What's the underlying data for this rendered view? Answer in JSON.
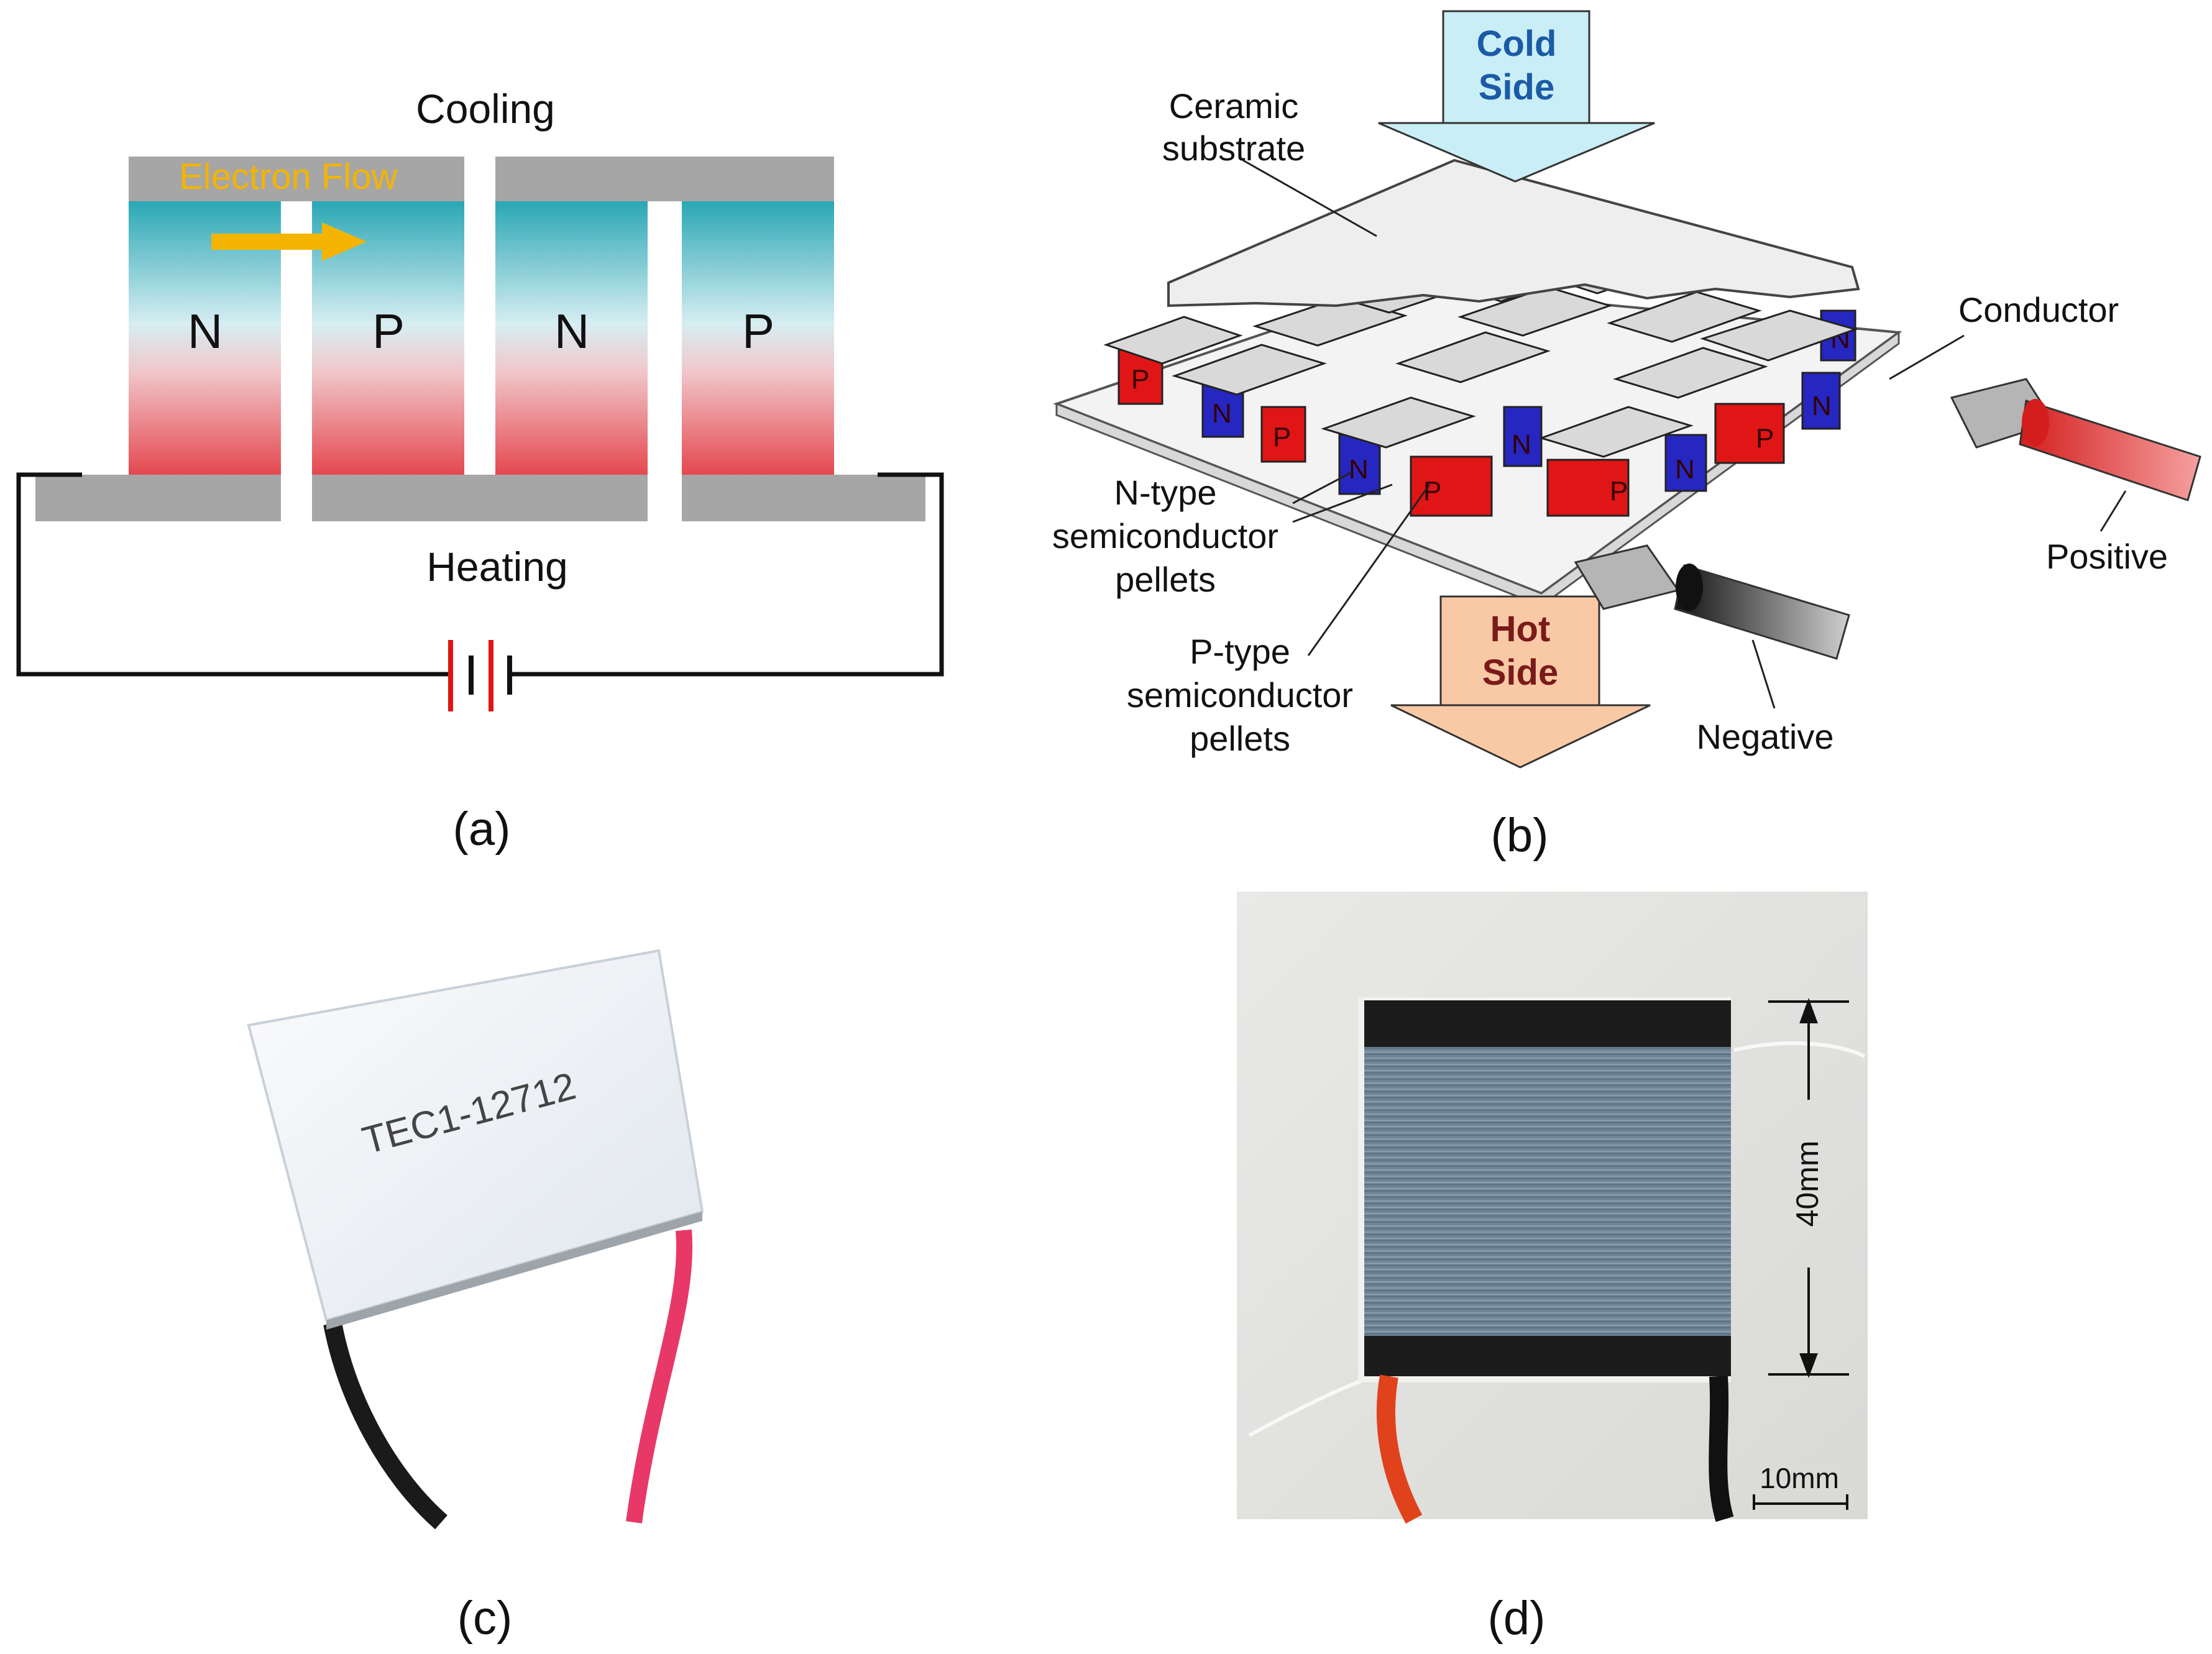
{
  "panel_a": {
    "top_label": "Cooling",
    "bottom_label": "Heating",
    "flow_label": "Electron Flow",
    "legs": [
      "N",
      "P",
      "N",
      "P"
    ],
    "caption": "(a)"
  },
  "panel_b": {
    "cold_side": [
      "Cold",
      "Side"
    ],
    "hot_side": [
      "Hot",
      "Side"
    ],
    "ceramic": [
      "Ceramic",
      "substrate"
    ],
    "conductor": "Conductor",
    "positive": "Positive",
    "negative": "Negative",
    "n_type": [
      "N-type",
      "semiconductor",
      "pellets"
    ],
    "p_type": [
      "P-type",
      "semiconductor",
      "pellets"
    ],
    "pellet_n": "N",
    "pellet_p": "P",
    "caption": "(b)"
  },
  "panel_c": {
    "module_text": "TEC1-12712",
    "caption": "(c)"
  },
  "panel_d": {
    "dimension": "40mm",
    "scale_bar": "10mm",
    "caption": "(d)"
  },
  "colors": {
    "cold": "#1aa3b8",
    "hot": "#e8545a",
    "ceramic": "#a6a6a6",
    "arrow": "#f4b400",
    "n_pellet": "#2626c0",
    "p_pellet": "#e01515",
    "cold_arrow": "#c9eef5",
    "hot_arrow": "#f9c9a6"
  }
}
